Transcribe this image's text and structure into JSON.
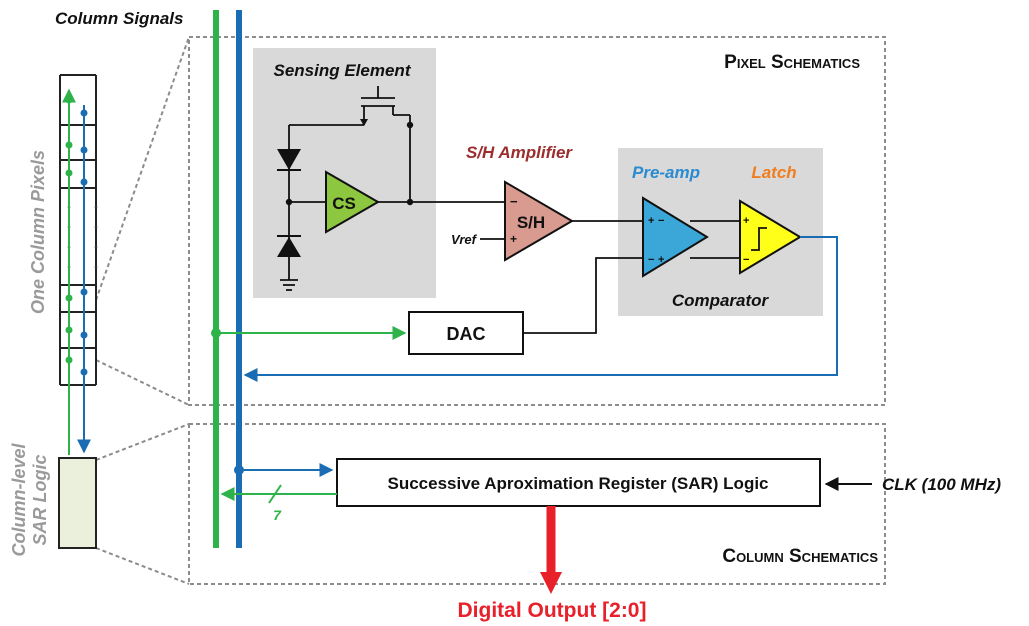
{
  "labels": {
    "column_signals": "Column Signals",
    "one_column_pixels": "One Column Pixels",
    "column_sar_logic_line1": "Column-level",
    "column_sar_logic_line2": "SAR Logic",
    "pixel_schematics": "Pixel Schematics",
    "column_schematics": "Column Schematics",
    "sensing_element": "Sensing Element",
    "cs": "CS",
    "sh_amplifier": "S/H Amplifier",
    "sh": "S/H",
    "vref": "Vref",
    "pre_amp": "Pre-amp",
    "latch": "Latch",
    "comparator": "Comparator",
    "dac": "DAC",
    "sar_logic": "Successive Aproximation Register (SAR) Logic",
    "clk": "CLK (100 MHz)",
    "bus_width": "7",
    "digital_output": "Digital Output [2:0]",
    "minus": "−",
    "plus": "+"
  },
  "colors": {
    "green_signal": "#2db34a",
    "blue_signal": "#1b6db3",
    "gray_panel": "#d9d9d9",
    "cs_fill": "#8dc63f",
    "sh_fill": "#d99a8f",
    "preamp_fill": "#3ba6d8",
    "latch_fill": "#ffff1a",
    "sh_label_color": "#9b2d2d",
    "preamp_label_color": "#2a8bd0",
    "latch_label_color": "#f07d1f",
    "output_red": "#e8202a",
    "sar_box_fill": "#eaf0dc",
    "label_gray": "#9a9a9a"
  }
}
